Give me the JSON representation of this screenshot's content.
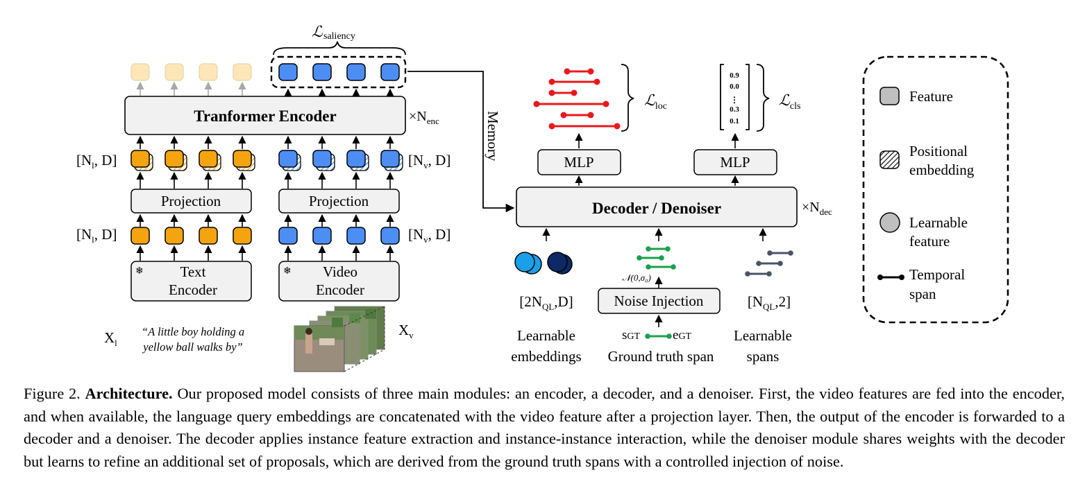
{
  "figure": {
    "loss_saliency": {
      "symbol": "ℒ",
      "sub": "saliency"
    },
    "loss_loc": {
      "symbol": "ℒ",
      "sub": "loc"
    },
    "loss_cls": {
      "symbol": "ℒ",
      "sub": "cls"
    },
    "encoder_label": "Tranformer Encoder",
    "enc_repeat": {
      "main": "×N",
      "sub": "enc"
    },
    "dec_repeat": {
      "main": "×N",
      "sub": "dec"
    },
    "memory_label": "Memory",
    "dim_text_top": {
      "a": "[N",
      "sub": "l",
      "b": ", D]"
    },
    "dim_text_bottom": {
      "a": "[N",
      "sub": "l",
      "b": ", D]"
    },
    "dim_video_top": {
      "a": "[N",
      "sub": "v",
      "b": ", D]"
    },
    "dim_video_bottom": {
      "a": "[N",
      "sub": "v",
      "b": ", D]"
    },
    "projection_text_label": "Projection",
    "projection_video_label": "Projection",
    "text_encoder": {
      "line1": "Text",
      "line2": "Encoder"
    },
    "video_encoder": {
      "line1": "Video",
      "line2": "Encoder"
    },
    "snowflake_icon": "❄",
    "x_l": {
      "main": "X",
      "sub": "l"
    },
    "x_v": {
      "main": "X",
      "sub": "v"
    },
    "query_text": {
      "line1": "“A little boy holding a",
      "line2": "yellow ball walks by”"
    },
    "mlp_left_label": "MLP",
    "mlp_right_label": "MLP",
    "decoder_label": "Decoder / Denoiser",
    "cls_scores": [
      "0.9",
      "0.0",
      "⋮",
      "0.3",
      "0.1"
    ],
    "normal_label": "𝒩(0,σ₀)",
    "noise_injection_label": "Noise Injection",
    "embeddings_dim": {
      "a": "[2N",
      "sub": "QL",
      "b": ",D]"
    },
    "spans_dim": {
      "a": "[N",
      "sub": "QL",
      "b": ",2]"
    },
    "s_gt": {
      "main": "s",
      "sub": "GT"
    },
    "e_gt": {
      "main": "e",
      "sub": "GT"
    },
    "learnable_embeddings": {
      "line1": "Learnable",
      "line2": "embeddings"
    },
    "ground_truth_span": "Ground truth span",
    "learnable_spans": {
      "line1": "Learnable",
      "line2": "spans"
    },
    "legend": {
      "feature": "Feature",
      "positional": {
        "line1": "Positional",
        "line2": "embedding"
      },
      "learnable": {
        "line1": "Learnable",
        "line2": "feature"
      },
      "temporal": {
        "line1": "Temporal",
        "line2": "span"
      }
    },
    "colors": {
      "text_feature": "#f5a40f",
      "video_feature": "#4d8ef5",
      "faded_feature": "#fde6b8",
      "red_span": "#e8191c",
      "green_span": "#1aa04c",
      "gray_span": "#4a5468",
      "light_blue_embedding": "#1aa0e8",
      "dark_blue_embedding": "#0d2a66",
      "box_fill": "#f1f1f1"
    }
  },
  "caption": {
    "label": "Figure 2.",
    "title": "Architecture.",
    "body": "Our proposed model consists of three main modules: an encoder, a decoder, and a denoiser. First, the video features are fed into the encoder, and when available, the language query embeddings are concatenated with the video feature after a projection layer. Then, the output of the encoder is forwarded to a decoder and a denoiser. The decoder applies instance feature extraction and instance-instance interaction, while the denoiser module shares weights with the decoder but learns to refine an additional set of proposals, which are derived from the ground truth spans with a controlled injection of noise."
  }
}
